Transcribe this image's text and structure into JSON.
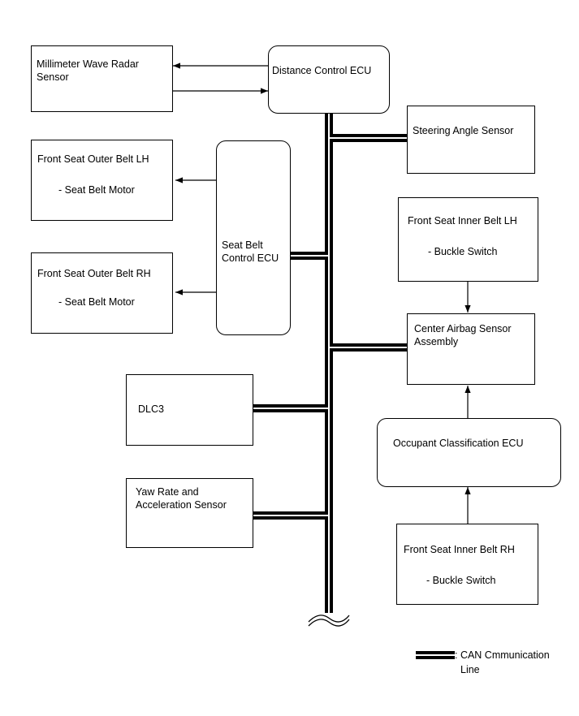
{
  "components": {
    "radar": {
      "line1": "Millimeter Wave Radar",
      "line2": "Sensor"
    },
    "distance_ecu": {
      "label": "Distance Control ECU"
    },
    "steering": {
      "label": "Steering Angle Sensor"
    },
    "outer_lh": {
      "title": "Front Seat Outer Belt LH",
      "sub": "- Seat Belt Motor"
    },
    "outer_rh": {
      "title": "Front Seat Outer Belt RH",
      "sub": "- Seat Belt Motor"
    },
    "seatbelt_ecu": {
      "line1": "Seat Belt",
      "line2": "Control ECU"
    },
    "inner_lh": {
      "title": "Front Seat Inner Belt LH",
      "sub": "- Buckle Switch"
    },
    "airbag": {
      "line1": "Center Airbag Sensor",
      "line2": "Assembly"
    },
    "dlc3": {
      "label": "DLC3"
    },
    "occupant_ecu": {
      "label": "Occupant Classification ECU"
    },
    "yaw": {
      "line1": "Yaw Rate and",
      "line2": "Acceleration Sensor"
    },
    "inner_rh": {
      "title": "Front Seat Inner Belt RH",
      "sub": "- Buckle Switch"
    }
  },
  "legend": {
    "line1": ": CAN Cmmunication",
    "line2": "Line"
  }
}
